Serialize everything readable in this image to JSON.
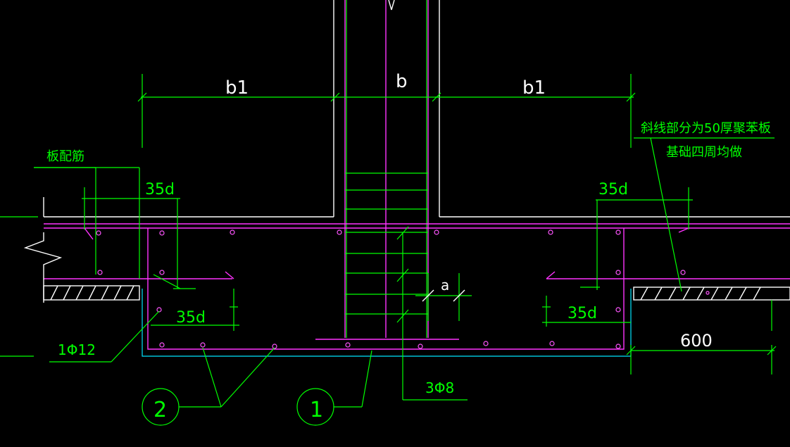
{
  "labels": {
    "b1_left": "b1",
    "b_center": "b",
    "b1_right": "b1",
    "anchor_top_left": "35d",
    "anchor_bottom_left": "35d",
    "anchor_top_right": "35d",
    "anchor_bottom_right": "35d",
    "slab_rebar": "板配筋",
    "note_line1": "斜线部分为50厚聚苯板",
    "note_line2": "基础四周均做",
    "bar_1phi12": "1Φ12",
    "stirrup_3phi8": "3Φ8",
    "dim_a": "a",
    "dim_600": "600",
    "callout_1": "1",
    "callout_2": "2"
  },
  "colors": {
    "dimension": "#00ff00",
    "rebar": "#ff33ff",
    "outline": "#00e5ff",
    "text": "#ffffff",
    "background": "#000000"
  }
}
